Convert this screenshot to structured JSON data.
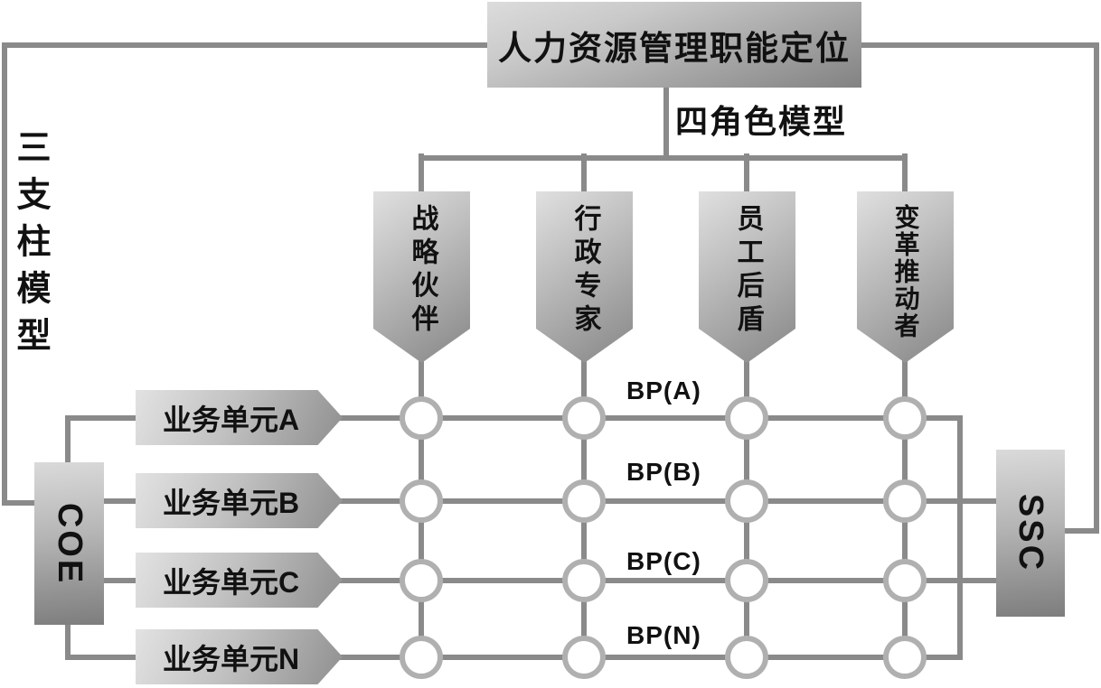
{
  "title": "人力资源管理职能定位",
  "top_right_label": "四角色模型",
  "left_label": "三支柱模型",
  "roles": [
    {
      "label": "战略伙伴"
    },
    {
      "label": "行政专家"
    },
    {
      "label": "员工后盾"
    },
    {
      "label": "变革推动者"
    }
  ],
  "business_units": [
    {
      "label": "业务单元A"
    },
    {
      "label": "业务单元B"
    },
    {
      "label": "业务单元C"
    },
    {
      "label": "业务单元N"
    }
  ],
  "bp_labels": [
    {
      "label": "BP(A)"
    },
    {
      "label": "BP(B)"
    },
    {
      "label": "BP(C)"
    },
    {
      "label": "BP(N)"
    }
  ],
  "coe_label": "COE",
  "ssc_label": "SSC",
  "colors": {
    "line": "#8a8a8a",
    "circle_ring": "#b0b0b0",
    "box_gradient_light": "#dcdcdc",
    "box_gradient_dark": "#828282",
    "text": "#111111",
    "background": "#ffffff"
  }
}
